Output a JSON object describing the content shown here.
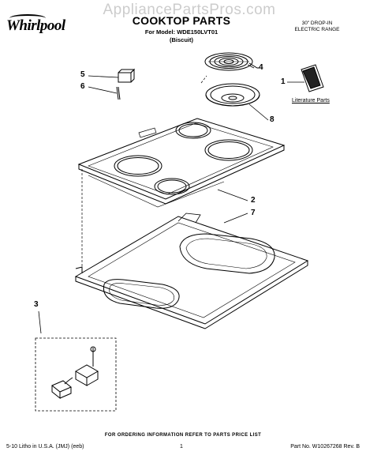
{
  "watermark": "AppliancePartsPros.com",
  "brand": "Whirlpool",
  "header": {
    "title": "COOKTOP PARTS",
    "model_line": "For Model: WDE150LVT01",
    "color_line": "(Biscuit)",
    "range_type_line1": "30\" DROP-IN",
    "range_type_line2": "ELECTRIC RANGE"
  },
  "callouts": [
    "4",
    "5",
    "6",
    "1",
    "8",
    "2",
    "7",
    "3"
  ],
  "literature_label": "Literature Parts",
  "order_note": "FOR ORDERING INFORMATION REFER TO PARTS PRICE LIST",
  "footer": {
    "left": "5-10 Litho in U.S.A. (JMJ) (eeb)",
    "center": "1",
    "right": "Part No. W10267268 Rev. B"
  }
}
